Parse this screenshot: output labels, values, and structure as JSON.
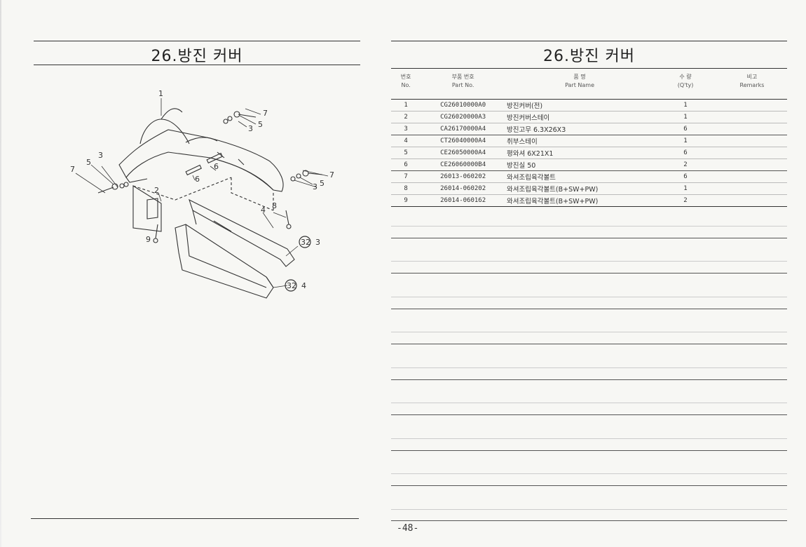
{
  "left_page": {
    "title": "26.방진 커버",
    "callouts": {
      "c1": "1",
      "c2": "2",
      "c3a": "3",
      "c3b": "3",
      "c3c": "3",
      "c5a": "5",
      "c5b": "5",
      "c5c": "5",
      "c6a": "6",
      "c6b": "6",
      "c7a": "7",
      "c7b": "7",
      "c7c": "7",
      "c9": "9",
      "c4": "4",
      "c8": "8",
      "ref1_circle": "32",
      "ref1_part": "3",
      "ref2_circle": "32",
      "ref2_part": "4"
    }
  },
  "right_page": {
    "title": "26.방진 커버",
    "headers": {
      "no_ko": "번호",
      "no_en": "No.",
      "part_ko": "부품 번호",
      "part_en": "Part No.",
      "name_ko": "품 명",
      "name_en": "Part Name",
      "qty_ko": "수 량",
      "qty_en": "(Q'ty)",
      "remarks_ko": "비고",
      "remarks_en": "Remarks"
    },
    "rows": [
      {
        "no": "1",
        "part": "CG26010000A0",
        "name": "방진커버(전)",
        "qty": "1"
      },
      {
        "no": "2",
        "part": "CG26020000A3",
        "name": "방진커버스테이",
        "qty": "1"
      },
      {
        "no": "3",
        "part": "CA26170000A4",
        "name": "방진고무 6.3X26X3",
        "qty": "6"
      },
      {
        "no": "4",
        "part": "CT26040000A4",
        "name": "취부스테이",
        "qty": "1"
      },
      {
        "no": "5",
        "part": "CE26050000A4",
        "name": "평와셔 6X21X1",
        "qty": "6"
      },
      {
        "no": "6",
        "part": "CE26060000B4",
        "name": "방진실 50",
        "qty": "2"
      },
      {
        "no": "7",
        "part": "26013-060202",
        "name": "와셔조립육각볼트",
        "qty": "6"
      },
      {
        "no": "8",
        "part": "26014-060202",
        "name": "와셔조립육각볼트(B+SW+PW)",
        "qty": "1"
      },
      {
        "no": "9",
        "part": "26014-060162",
        "name": "와셔조립육각볼트(B+SW+PW)",
        "qty": "2"
      }
    ],
    "page_number": "-48-"
  }
}
